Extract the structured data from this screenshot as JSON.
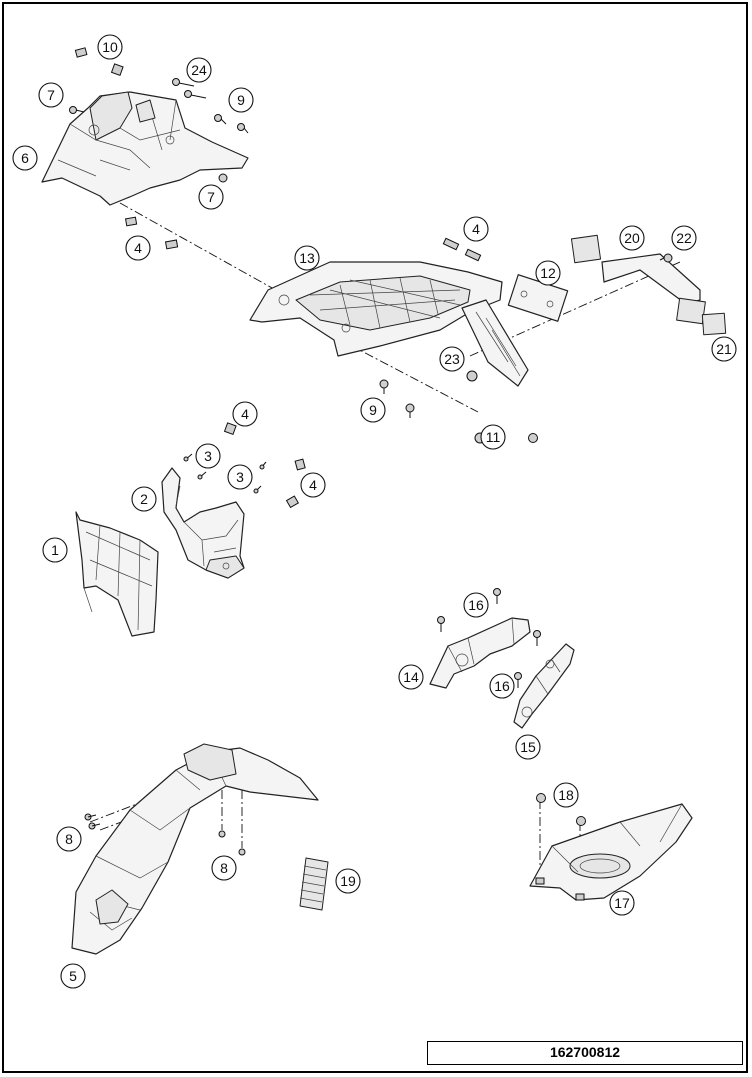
{
  "document_number": "162700812",
  "callouts": [
    {
      "key": "c10",
      "label": "10"
    },
    {
      "key": "c24",
      "label": "24"
    },
    {
      "key": "c7a",
      "label": "7"
    },
    {
      "key": "c9a",
      "label": "9"
    },
    {
      "key": "c6",
      "label": "6"
    },
    {
      "key": "c7b",
      "label": "7"
    },
    {
      "key": "c4a",
      "label": "4"
    },
    {
      "key": "c4b",
      "label": "4"
    },
    {
      "key": "c13",
      "label": "13"
    },
    {
      "key": "c20",
      "label": "20"
    },
    {
      "key": "c22",
      "label": "22"
    },
    {
      "key": "c12",
      "label": "12"
    },
    {
      "key": "c21",
      "label": "21"
    },
    {
      "key": "c23",
      "label": "23"
    },
    {
      "key": "c9b",
      "label": "9"
    },
    {
      "key": "c11",
      "label": "11"
    },
    {
      "key": "c4c",
      "label": "4"
    },
    {
      "key": "c3a",
      "label": "3"
    },
    {
      "key": "c3b",
      "label": "3"
    },
    {
      "key": "c4d",
      "label": "4"
    },
    {
      "key": "c2",
      "label": "2"
    },
    {
      "key": "c1",
      "label": "1"
    },
    {
      "key": "c16a",
      "label": "16"
    },
    {
      "key": "c14",
      "label": "14"
    },
    {
      "key": "c16b",
      "label": "16"
    },
    {
      "key": "c15",
      "label": "15"
    },
    {
      "key": "c18",
      "label": "18"
    },
    {
      "key": "c8a",
      "label": "8"
    },
    {
      "key": "c8b",
      "label": "8"
    },
    {
      "key": "c19",
      "label": "19"
    },
    {
      "key": "c17",
      "label": "17"
    },
    {
      "key": "c5",
      "label": "5"
    }
  ]
}
